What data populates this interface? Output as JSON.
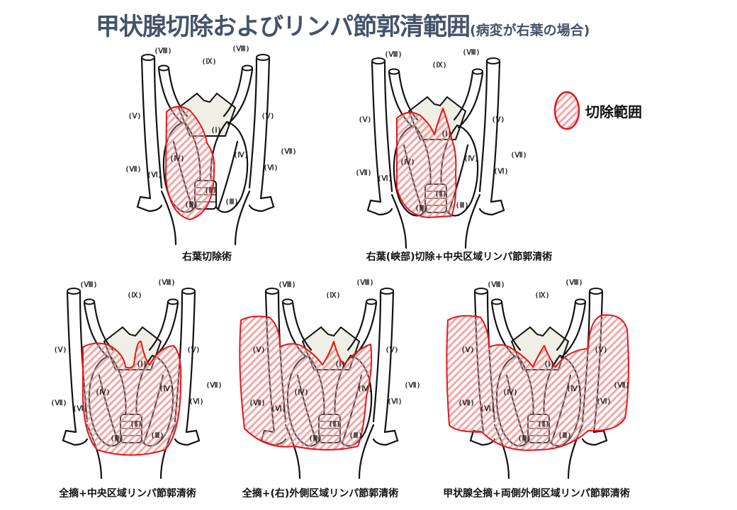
{
  "title": {
    "main": "甲状腺切除およびリンパ節郭清範囲",
    "sub": "(病変が右葉の場合)"
  },
  "legend": {
    "label": "切除範囲",
    "color": "#e8141b"
  },
  "level_labels": {
    "VIII": "(Ⅷ)",
    "IX": "(Ⅸ)",
    "V": "(Ⅴ)",
    "I": "(Ⅰ)",
    "IV": "(Ⅳ)",
    "VII": "(Ⅶ)",
    "VI": "(Ⅵ)",
    "II": "(Ⅱ)",
    "III": "(Ⅲ)"
  },
  "panels": [
    {
      "caption": "右葉切除術",
      "resection": "right-lobe"
    },
    {
      "caption": "右葉(峡部)切除+中央区域リンパ節郭清術",
      "resection": "right-lobe-isthmus-central"
    },
    {
      "caption": "全摘+中央区域リンパ節郭清術",
      "resection": "total-central"
    },
    {
      "caption": "全摘+(右)外側区域リンパ節郭清術",
      "resection": "total-right-lateral"
    },
    {
      "caption": "甲状腺全摘+両側外側区域リンパ節郭清術",
      "resection": "total-bilateral-lateral"
    }
  ]
}
